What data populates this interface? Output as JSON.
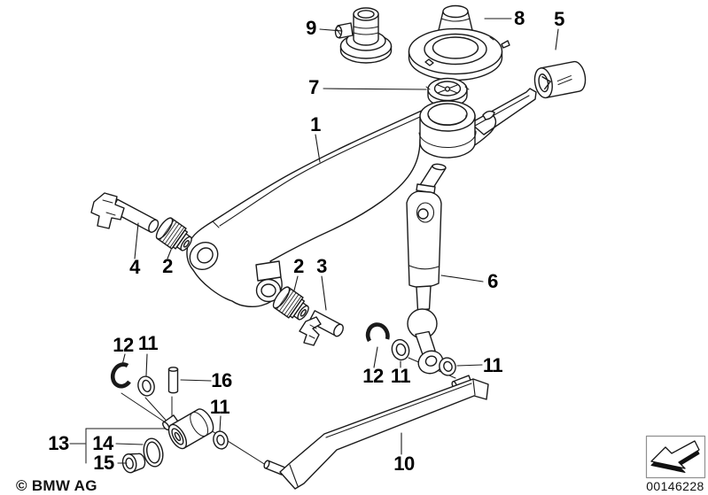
{
  "diagram": {
    "background_color": "#ffffff",
    "line_color": "#1a1a1a",
    "copyright": "© BMW AG",
    "stamp": {
      "icon": "arrow-down-left-icon",
      "number": "00146228"
    },
    "callouts": [
      {
        "key": "1",
        "label": "1"
      },
      {
        "key": "2a",
        "label": "2"
      },
      {
        "key": "2b",
        "label": "2"
      },
      {
        "key": "3",
        "label": "3"
      },
      {
        "key": "4",
        "label": "4"
      },
      {
        "key": "5",
        "label": "5"
      },
      {
        "key": "6",
        "label": "6"
      },
      {
        "key": "7",
        "label": "7"
      },
      {
        "key": "8",
        "label": "8"
      },
      {
        "key": "9",
        "label": "9"
      },
      {
        "key": "10",
        "label": "10"
      },
      {
        "key": "11a",
        "label": "11"
      },
      {
        "key": "11b",
        "label": "11"
      },
      {
        "key": "11c",
        "label": "11"
      },
      {
        "key": "11d",
        "label": "11"
      },
      {
        "key": "12a",
        "label": "12"
      },
      {
        "key": "12b",
        "label": "12"
      },
      {
        "key": "13",
        "label": "13"
      },
      {
        "key": "14",
        "label": "14"
      },
      {
        "key": "15",
        "label": "15"
      },
      {
        "key": "16",
        "label": "16"
      }
    ]
  }
}
